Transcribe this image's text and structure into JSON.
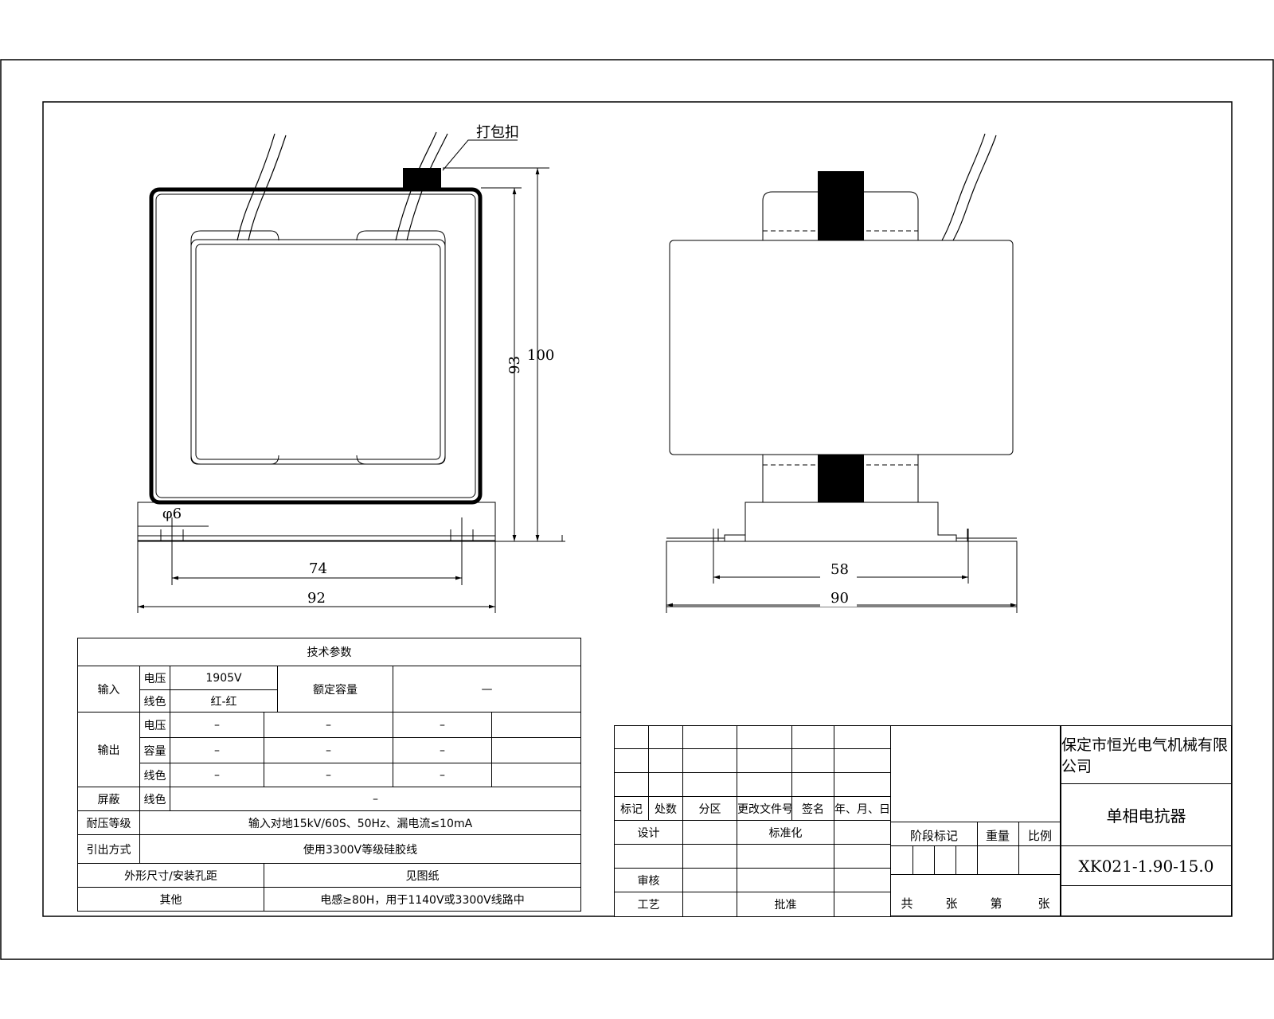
{
  "front_view": {
    "label_package_clip": "打包扣",
    "dim_width_total": "92",
    "dim_hole_spacing": "74",
    "dim_hole_dia": "φ6",
    "dim_core_height": "93",
    "dim_total_height": "100"
  },
  "side_view": {
    "dim_width_total": "90",
    "dim_hole_spacing": "58"
  },
  "tech_params": {
    "title": "技术参数",
    "input": {
      "label": "输入",
      "voltage_label": "电压",
      "voltage_value": "1905V",
      "wire_color_label": "线色",
      "wire_color_value": "红-红",
      "rated_capacity_label": "额定容量",
      "rated_capacity_value": "—"
    },
    "output": {
      "label": "输出",
      "voltage_label": "电压",
      "capacity_label": "容量",
      "wire_color_label": "线色",
      "rows": [
        [
          "–",
          "–",
          "–",
          ""
        ],
        [
          "–",
          "–",
          "–",
          ""
        ],
        [
          "–",
          "–",
          "–",
          ""
        ]
      ]
    },
    "shield": {
      "label": "屏蔽",
      "wire_color_label": "线色",
      "value": "–"
    },
    "withstand": {
      "label": "耐压等级",
      "value": "输入对地15kV/60S、50Hz、漏电流≤10mA"
    },
    "leadout": {
      "label": "引出方式",
      "value": "使用3300V等级硅胶线"
    },
    "dimensions": {
      "label": "外形尺寸/安装孔距",
      "value": "见图纸"
    },
    "other": {
      "label": "其他",
      "value": "电感≥80H，用于1140V或3300V线路中"
    }
  },
  "title_block": {
    "col_headers": [
      "标记",
      "处数",
      "分区",
      "更改文件号",
      "签名",
      "年、月、日"
    ],
    "row_design": "设计",
    "row_standard": "标准化",
    "row_review": "审核",
    "row_process": "工艺",
    "row_approve": "批准",
    "stage_mark": "阶段标记",
    "weight": "重量",
    "scale": "比例",
    "total": "共",
    "sheets1": "张",
    "page": "第",
    "sheets2": "张",
    "company": "保定市恒光电气机械有限公司",
    "product_name": "单相电抗器",
    "drawing_number": "XK021-1.90-15.0"
  }
}
